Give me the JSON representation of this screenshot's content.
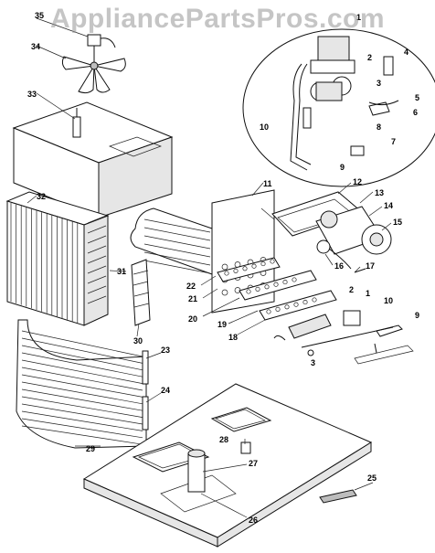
{
  "watermark": "AppliancePartsPros.com",
  "callouts": [
    "1",
    "2",
    "3",
    "4",
    "5",
    "6",
    "7",
    "8",
    "9",
    "10",
    "11",
    "12",
    "13",
    "14",
    "15",
    "16",
    "17",
    "18",
    "19",
    "20",
    "21",
    "22",
    "23",
    "24",
    "25",
    "26",
    "27",
    "28",
    "29",
    "30",
    "31",
    "32",
    "33",
    "34",
    "35"
  ],
  "duplicate_callouts": [
    "1",
    "2",
    "3",
    "9",
    "10"
  ]
}
